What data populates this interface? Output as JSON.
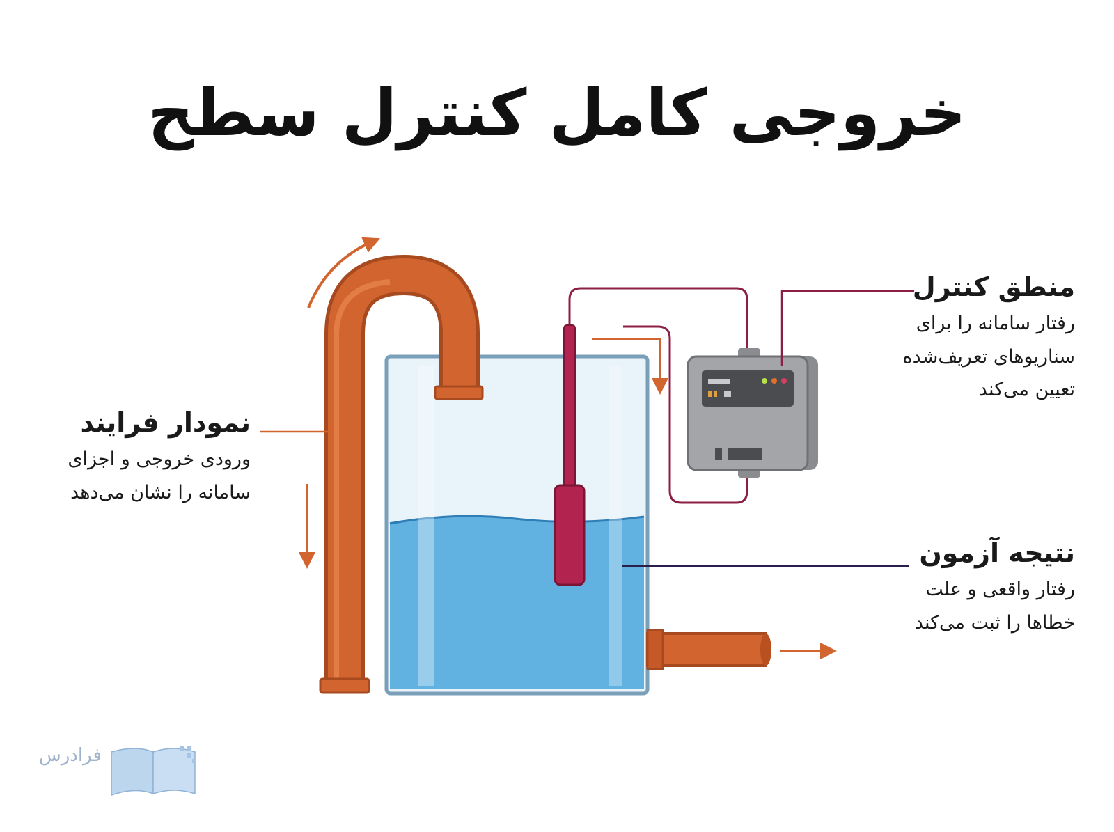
{
  "title": "خروجی کامل کنترل سطح",
  "labels": {
    "control_logic": {
      "heading": "منطق کنترل",
      "lines": [
        "رفتار سامانه را برای",
        "سناریوهای تعریف‌شده",
        "تعیین می‌کند"
      ]
    },
    "process_diagram": {
      "heading": "نمودار فرایند",
      "lines": [
        "ورودی خروجی و اجزای",
        "سامانه را نشان می‌دهد"
      ]
    },
    "test_result": {
      "heading": "نتیجه آزمون",
      "lines": [
        "رفتار واقعی و علت",
        "خطاها را ثبت می‌کند"
      ]
    }
  },
  "logo": {
    "text": "فرادرس"
  },
  "icons": [
    "inlet-pipe-icon",
    "outlet-pipe-icon",
    "tank-icon",
    "level-sensor-icon",
    "controller-icon",
    "flow-arrow-icon",
    "book-logo-icon"
  ],
  "colors": {
    "pipe": "#d2642f",
    "pipe_dark": "#a84a1f",
    "arrow": "#d2642f",
    "water": "#5aaedf",
    "glass": "#d9ecf7",
    "sensor": "#b3234f",
    "wire": "#8c1f45",
    "controller": "#9a9c9f",
    "callout_line": "#2a1f4a"
  }
}
